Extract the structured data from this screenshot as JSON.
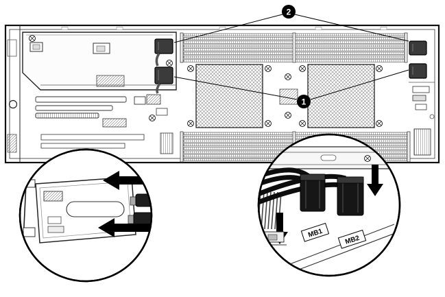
{
  "figure": {
    "background_color": "#ffffff",
    "line_color": "#111111",
    "badge_color": "#000000",
    "badge_text_color": "#ffffff",
    "connector_dark_color": "#161616",
    "callouts": [
      {
        "label": "2"
      },
      {
        "label": "1"
      }
    ],
    "connector_labels": {
      "mb1": "MB1",
      "mb2": "MB2"
    }
  }
}
